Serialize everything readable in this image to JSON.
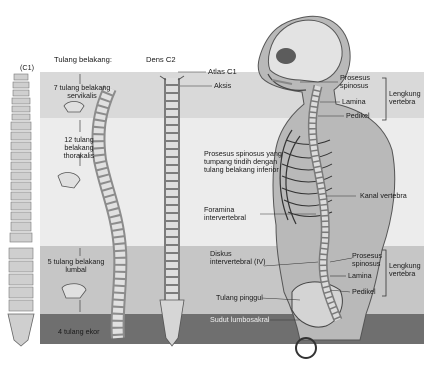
{
  "header": {
    "c1": "(C1)",
    "spine_title": "Tulang belakang:",
    "dens": "Dens C2"
  },
  "regions": {
    "cervical": "7 tulang belakang servikalis",
    "thoracic": "12 tulang belakang thorakalis",
    "lumbar": "5 tulang belakang lumbal",
    "coccyx": "4 tulang ekor"
  },
  "labels": {
    "atlas": "Atlas C1",
    "aksis": "Aksis",
    "prosesus_spinosus_top": "Prosesus spinosus",
    "lamina_top": "Lamina",
    "pedikel_top": "Pedikel",
    "lengkung_top": "Lengkung vertebra",
    "prosesus_spinosus_overlap": "Prosesus spinosus yang tumpang tindih dengan tulang belakang inferior",
    "foramina": "Foramina intervertebral",
    "kanal": "Kanal vertebra",
    "diskus": "Diskus intervertebral (IV)",
    "prosesus_spinosus_bottom": "Prosesus spinosus",
    "lamina_bottom": "Lamina",
    "pedikel_bottom": "Pedikel",
    "lengkung_bottom": "Lengkung vertebra",
    "tulang_pinggul": "Tulang pinggul",
    "sudut": "Sudut lumbosakral"
  },
  "colors": {
    "band_cervical": "#d9d9d9",
    "band_thoracic": "#ebebeb",
    "band_lumbar": "#c7c7c7",
    "band_coccyx": "#6e6e6e",
    "bone": "#cfcfcf",
    "bone_shadow": "#8a8a8a",
    "body": "#b8b8b8"
  }
}
